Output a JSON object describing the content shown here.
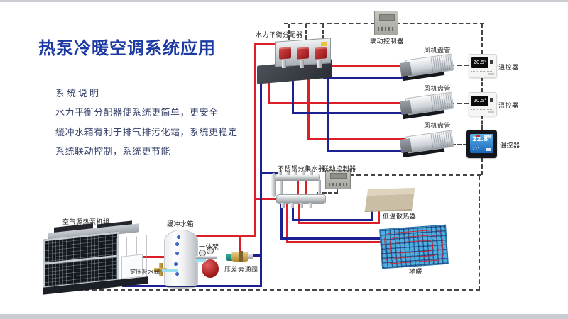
{
  "slide": {
    "title": "热泵冷暖空调系统应用",
    "description": {
      "heading": "系统说明",
      "lines": [
        "水力平衡分配器使系统更简单，更安全",
        "缓冲水箱有利于排气排污化霜，系统更稳定",
        "系统联动控制，系统更节能"
      ]
    }
  },
  "components": {
    "hydraulic_balance_distributor": {
      "label": "水力平衡分配器"
    },
    "linkage_controller_top": {
      "label": "联动控制器"
    },
    "linkage_controller_mid": {
      "label": "联动控制器"
    },
    "fan_coils": [
      {
        "label": "风机盘管"
      },
      {
        "label": "风机盘管"
      },
      {
        "label": "风机盘管"
      }
    ],
    "thermostats": [
      {
        "label": "温控器",
        "reading": "20.5°",
        "display": "black-lcd"
      },
      {
        "label": "温控器",
        "reading": "20.5°",
        "display": "black-lcd"
      },
      {
        "label": "温控器",
        "reading": "22.8°",
        "set_reading": "21°",
        "display": "blue-lcd"
      }
    ],
    "stainless_manifold": {
      "label": "不锈钢分集水器"
    },
    "low_temp_radiator": {
      "label": "低温散热器"
    },
    "floor_heating": {
      "label": "地暖"
    },
    "air_source_heat_pump": {
      "label": "空气源热泵机组"
    },
    "buffer_tank": {
      "label": "缓冲水箱"
    },
    "integrated_frame": {
      "label": "一体架"
    },
    "differential_bypass_valve": {
      "label": "压差旁通阀"
    },
    "pressure_makeup_valve": {
      "label": "定压补水阀"
    }
  },
  "legend_colors": {
    "supply_pipe": "#dc1e26",
    "return_pipe": "#1b2191",
    "makeup_pipe": "#9adcf0",
    "control_line": "#454545",
    "title_text": "#1c3aa2",
    "body_text": "#38436b"
  }
}
